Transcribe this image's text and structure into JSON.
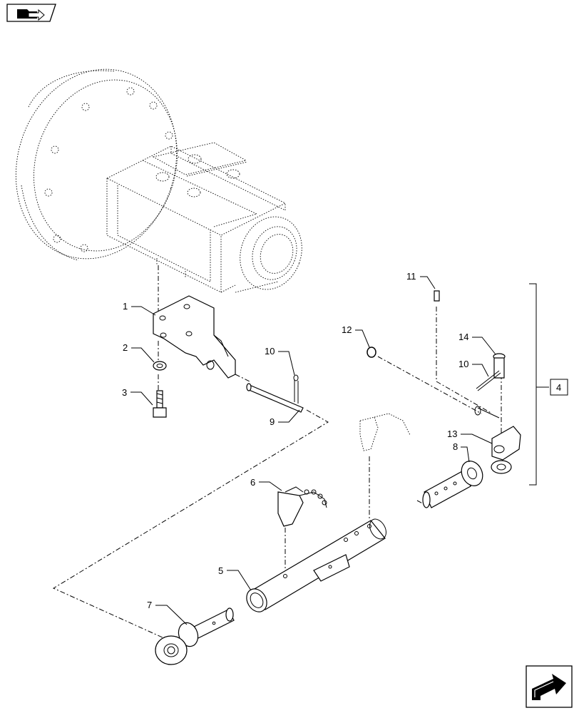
{
  "callouts": {
    "c1": "1",
    "c2": "2",
    "c3": "3",
    "c4": "4",
    "c5": "5",
    "c6": "6",
    "c7": "7",
    "c8": "8",
    "c9": "9",
    "c10a": "10",
    "c10b": "10",
    "c11": "11",
    "c12": "12",
    "c13": "13",
    "c14": "14"
  },
  "icons": {
    "top_left": "folder-arrow-icon",
    "bottom_right": "next-page-arrow-icon"
  },
  "colors": {
    "line": "#000000",
    "background": "#ffffff"
  }
}
